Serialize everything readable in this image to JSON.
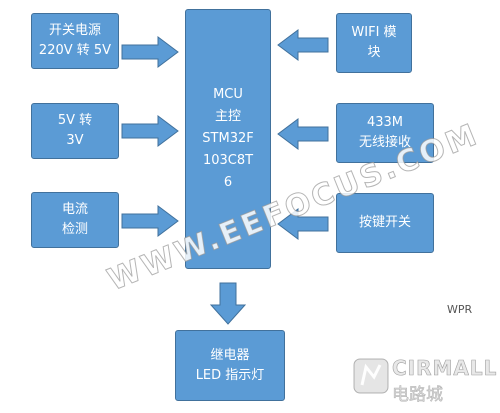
{
  "blocks": {
    "power": [
      "开关电源",
      "220V 转 5V"
    ],
    "v5to3v": [
      "5V 转",
      "3V"
    ],
    "current": [
      "电流",
      "检测"
    ],
    "mcu": [
      "MCU",
      "主控",
      "STM32F",
      "103C8T",
      "6"
    ],
    "wifi": [
      "WIFI 模",
      "块"
    ],
    "rf433": [
      "433M",
      "无线接收"
    ],
    "button": [
      "按键开关"
    ],
    "relay": [
      "继电器",
      "LED 指示灯"
    ]
  },
  "watermark": "WWW.EEFOCUS.COM",
  "logo": {
    "name": "CIRMALL",
    "sub": "电路城"
  },
  "wpr": "WPR",
  "colors": {
    "box_fill": "#5b9bd5",
    "box_border": "#41719c",
    "text": "#ffffff"
  }
}
